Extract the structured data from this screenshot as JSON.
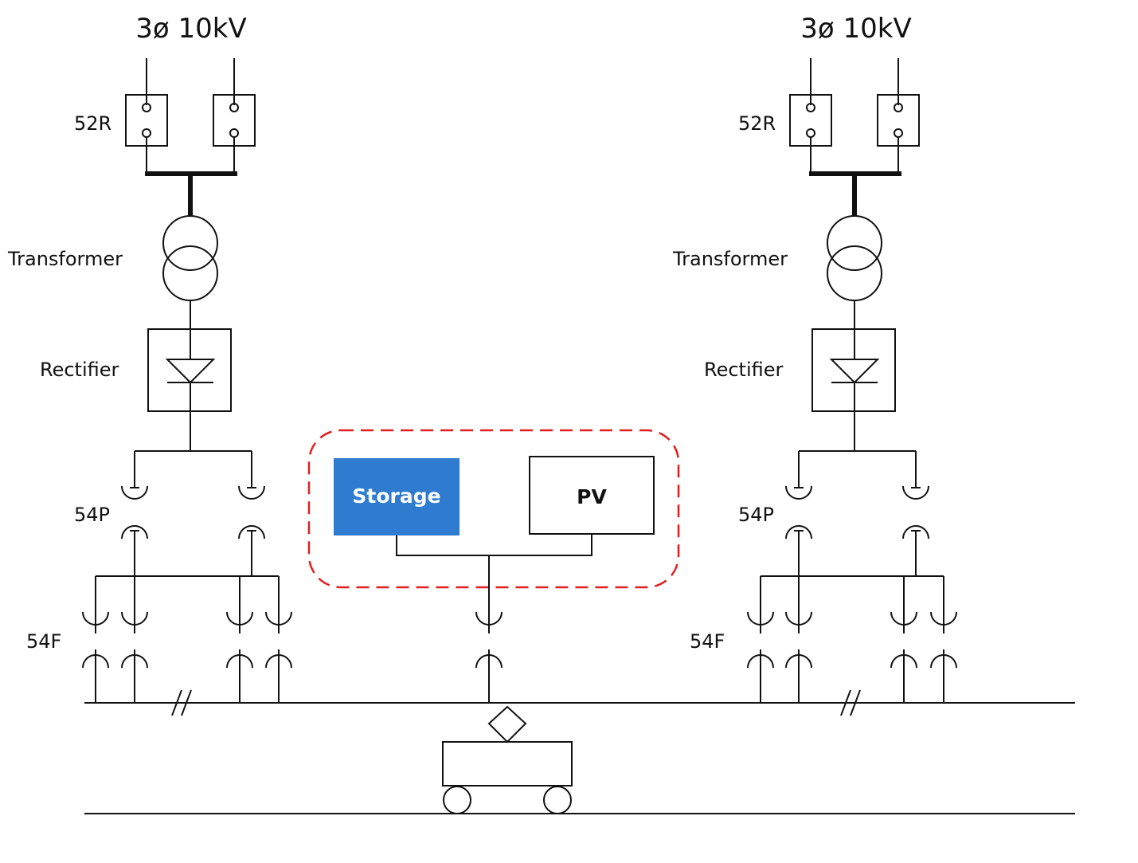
{
  "left_substation": {
    "supply": "3ø 10kV",
    "breaker": "52R",
    "transformer": "Transformer",
    "rectifier": "Rectifier",
    "positive_switch": "54P",
    "feeder_switch": "54F"
  },
  "right_substation": {
    "supply": "3ø 10kV",
    "breaker": "52R",
    "transformer": "Transformer",
    "rectifier": "Rectifier",
    "positive_switch": "54P",
    "feeder_switch": "54F"
  },
  "energy_system": {
    "storage_label": "Storage",
    "pv_label": "PV",
    "storage_color": "#2e7bd0",
    "boundary_color": "#e02020"
  }
}
